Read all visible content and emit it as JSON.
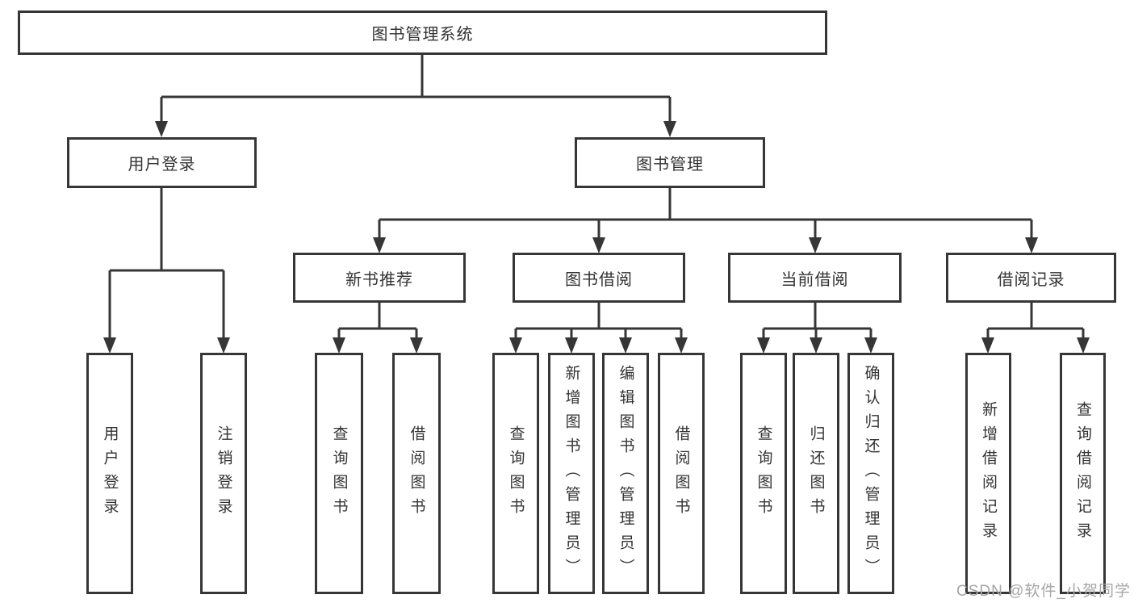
{
  "root": {
    "label": "图书管理系统"
  },
  "branches": [
    {
      "label": "用户登录",
      "children": [
        "用户登录",
        "注销登录"
      ]
    },
    {
      "label": "图书管理",
      "sections": [
        {
          "label": "新书推荐",
          "children": [
            "查询图书",
            "借阅图书"
          ]
        },
        {
          "label": "图书借阅",
          "children": [
            "查询图书",
            "新增图书（管理员）",
            "编辑图书（管理员）",
            "借阅图书"
          ]
        },
        {
          "label": "当前借阅",
          "children": [
            "查询图书",
            "归还图书",
            "确认归还（管理员）"
          ]
        },
        {
          "label": "借阅记录",
          "children": [
            "新增借阅记录",
            "查询借阅记录"
          ]
        }
      ]
    }
  ],
  "watermark": {
    "text": "CSDN @软件_小贺同学"
  },
  "colors": {
    "line": "#363636",
    "text": "#333333",
    "watermark": "#a6a6a6"
  }
}
